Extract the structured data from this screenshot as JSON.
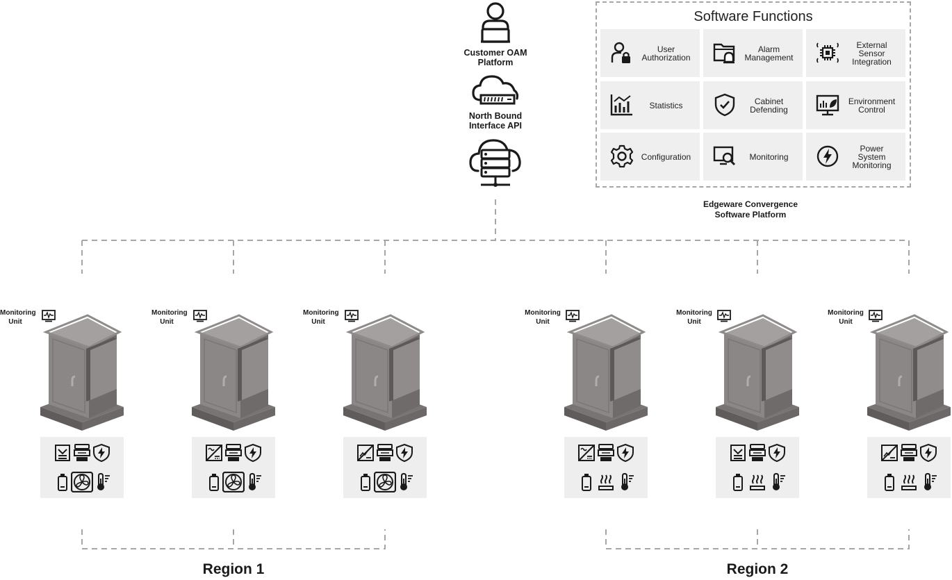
{
  "top_stack": {
    "oam_label": "Customer OAM\nPlatform",
    "nbi_label": "North Bound\nInterface API"
  },
  "software_functions": {
    "title": "Software Functions",
    "platform_label": "Edgeware Convergence\nSoftware Platform",
    "tiles": [
      {
        "label": "User\nAuthorization",
        "icon": "user-lock-icon"
      },
      {
        "label": "Alarm\nManagement",
        "icon": "alarm-folder-icon"
      },
      {
        "label": "External\nSensor\nIntegration",
        "icon": "sensor-chip-icon"
      },
      {
        "label": "Statistics",
        "icon": "bar-chart-icon"
      },
      {
        "label": "Cabinet\nDefending",
        "icon": "shield-check-icon"
      },
      {
        "label": "Environment\nControl",
        "icon": "environment-monitor-icon"
      },
      {
        "label": "Configuration",
        "icon": "gear-icon"
      },
      {
        "label": "Monitoring",
        "icon": "monitor-search-icon"
      },
      {
        "label": "Power\nSystem\nMonitoring",
        "icon": "power-bolt-icon"
      }
    ]
  },
  "sites": [
    {
      "mu_label": "Monitoring\nUnit",
      "top_left": "document-icon",
      "bottom_mid": "fan-icon"
    },
    {
      "mu_label": "Monitoring\nUnit",
      "top_left": "rectifier-icon",
      "bottom_mid": "fan-icon"
    },
    {
      "mu_label": "Monitoring\nUnit",
      "top_left": "solar-icon",
      "bottom_mid": "fan-icon"
    },
    {
      "mu_label": "Monitoring\nUnit",
      "top_left": "rectifier-icon",
      "bottom_mid": "heater-icon"
    },
    {
      "mu_label": "Monitoring\nUnit",
      "top_left": "document-icon",
      "bottom_mid": "heater-icon"
    },
    {
      "mu_label": "Monitoring\nUnit",
      "top_left": "solar-icon",
      "bottom_mid": "heater-icon"
    }
  ],
  "regions": [
    {
      "label": "Region 1"
    },
    {
      "label": "Region 2"
    }
  ],
  "colors": {
    "cabinet_gray": "#8a8786",
    "panel_gray": "#eeeeee",
    "dash_gray": "#a6a6a6"
  }
}
